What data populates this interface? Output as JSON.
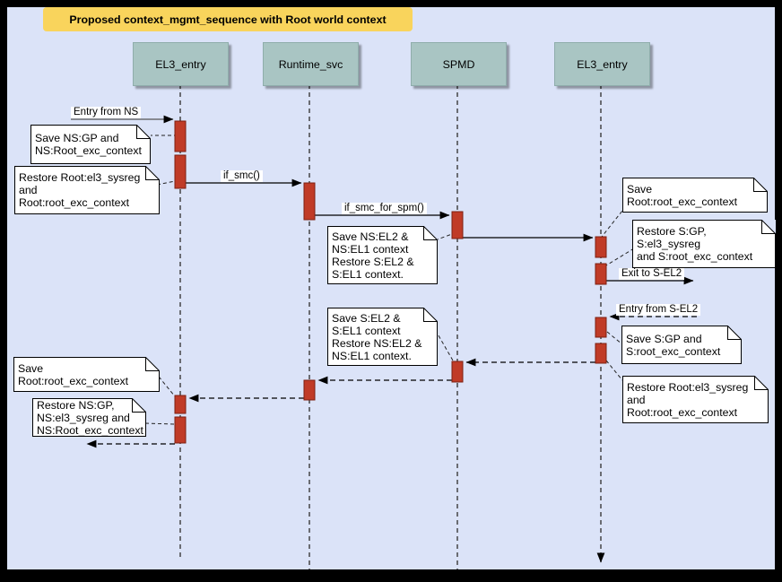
{
  "diagram": {
    "title": "Proposed context_mgmt_sequence with Root world context",
    "lifelines": [
      {
        "label": "EL3_entry"
      },
      {
        "label": "Runtime_svc"
      },
      {
        "label": "SPMD"
      },
      {
        "label": "EL3_entry"
      }
    ],
    "messages": {
      "entry_from_ns": "Entry from NS",
      "if_smc": "if_smc()",
      "if_smc_for_spm": "if_smc_for_spm()",
      "exit_to_sel2": "Exit to S-EL2",
      "entry_from_sel2": "Entry from S-EL2"
    },
    "notes": {
      "n1": "Save NS:GP and\nNS:Root_exc_context",
      "n2": "Restore Root:el3_sysreg\nand\nRoot:root_exc_context",
      "n3": "Save NS:EL2 &\nNS:EL1 context\nRestore S:EL2 &\nS:EL1 context.",
      "n4": "Save Root:root_exc_context",
      "n5": "Restore S:GP, S:el3_sysreg\nand S:root_exc_context",
      "n6": "Save S:GP and\nS:root_exc_context",
      "n7": "Restore Root:el3_sysreg\nand\nRoot:root_exc_context",
      "n8": "Save S:EL2 &\nS:EL1 context\nRestore NS:EL2 &\nNS:EL1 context.",
      "n9": "Save Root:root_exc_context",
      "n10": "Restore NS:GP,\nNS:el3_sysreg and\nNS:Root_exc_context"
    },
    "colors": {
      "background": "#dbe3f8",
      "frame": "#000000",
      "title_fill": "#f9d45c",
      "actor_fill": "#a9c5c3",
      "activation_fill": "#c03b27",
      "activation_stroke": "#7d1f10"
    }
  }
}
